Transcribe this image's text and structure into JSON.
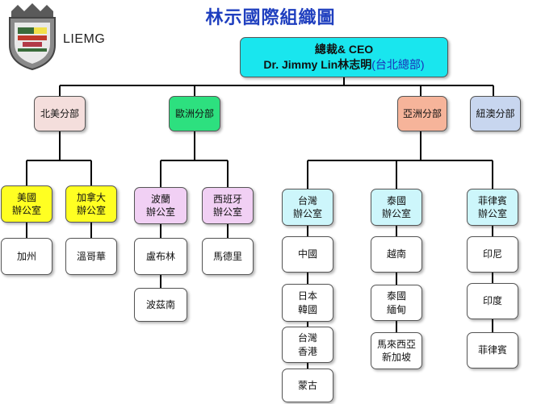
{
  "title": "林示國際組織圖",
  "logo_text": "LIEMG",
  "ceo": {
    "line1": "總裁& CEO",
    "name": "Dr. Jimmy Lin林志明",
    "hq": "(台北總部)"
  },
  "regions": {
    "north_america": "北美分部",
    "europe": "歐洲分部",
    "asia": "亞洲分部",
    "oceania": "紐澳分部"
  },
  "offices": {
    "usa": [
      "美國",
      "辦公室"
    ],
    "canada": [
      "加拿大",
      "辦公室"
    ],
    "poland": [
      "波蘭",
      "辦公室"
    ],
    "spain": [
      "西班牙",
      "辦公室"
    ],
    "taiwan": [
      "台灣",
      "辦公室"
    ],
    "thailand": [
      "泰國",
      "辦公室"
    ],
    "philippines": [
      "菲律賓",
      "辦公室"
    ]
  },
  "locations": {
    "california": "加州",
    "vancouver": "溫哥華",
    "lublin": "盧布林",
    "poznan": "波茲南",
    "madrid": "馬德里",
    "china": "中國",
    "japan_korea": [
      "日本",
      "韓國"
    ],
    "taiwan_hk": [
      "台灣",
      "香港"
    ],
    "mongolia": "蒙古",
    "vietnam": "越南",
    "thai_myanmar": [
      "泰國",
      "緬甸"
    ],
    "my_sg": [
      "馬來西亞",
      "新加坡"
    ],
    "indonesia": "印尼",
    "india": "印度",
    "philippines": "菲律賓"
  }
}
